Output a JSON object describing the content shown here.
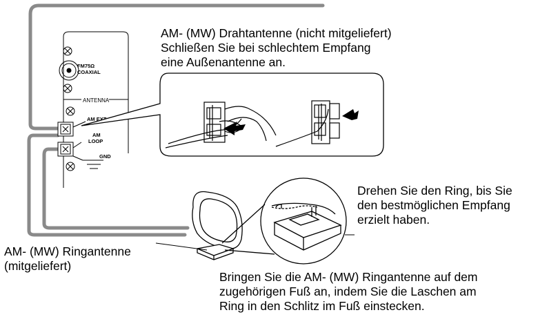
{
  "panel": {
    "fm_label_1": "FM75Ω",
    "fm_label_2": "COAXIAL",
    "section_label": "ANTENNA",
    "am_ext_label": "AM EXT",
    "am_loop_label_1": "AM",
    "am_loop_label_2": "LOOP",
    "gnd_label": "GND"
  },
  "captions": {
    "wire_antenna": [
      "AM- (MW) Drahtantenne (nicht mitgeliefert)",
      "Schließen Sie bei schlechtem Empfang",
      "eine Außenantenne an."
    ],
    "rotate_ring": [
      "Drehen Sie den Ring, bis Sie",
      "den bestmöglichen Empfang",
      "erzielt haben."
    ],
    "loop_antenna": [
      "AM- (MW) Ringantenne",
      "(mitgeliefert)"
    ],
    "attach_base": [
      "Bringen Sie die AM- (MW) Ringantenne auf dem",
      "zugehörigen Fuß an, indem Sie die Laschen am",
      "Ring in den Schlitz im Fuß einstecken."
    ]
  }
}
